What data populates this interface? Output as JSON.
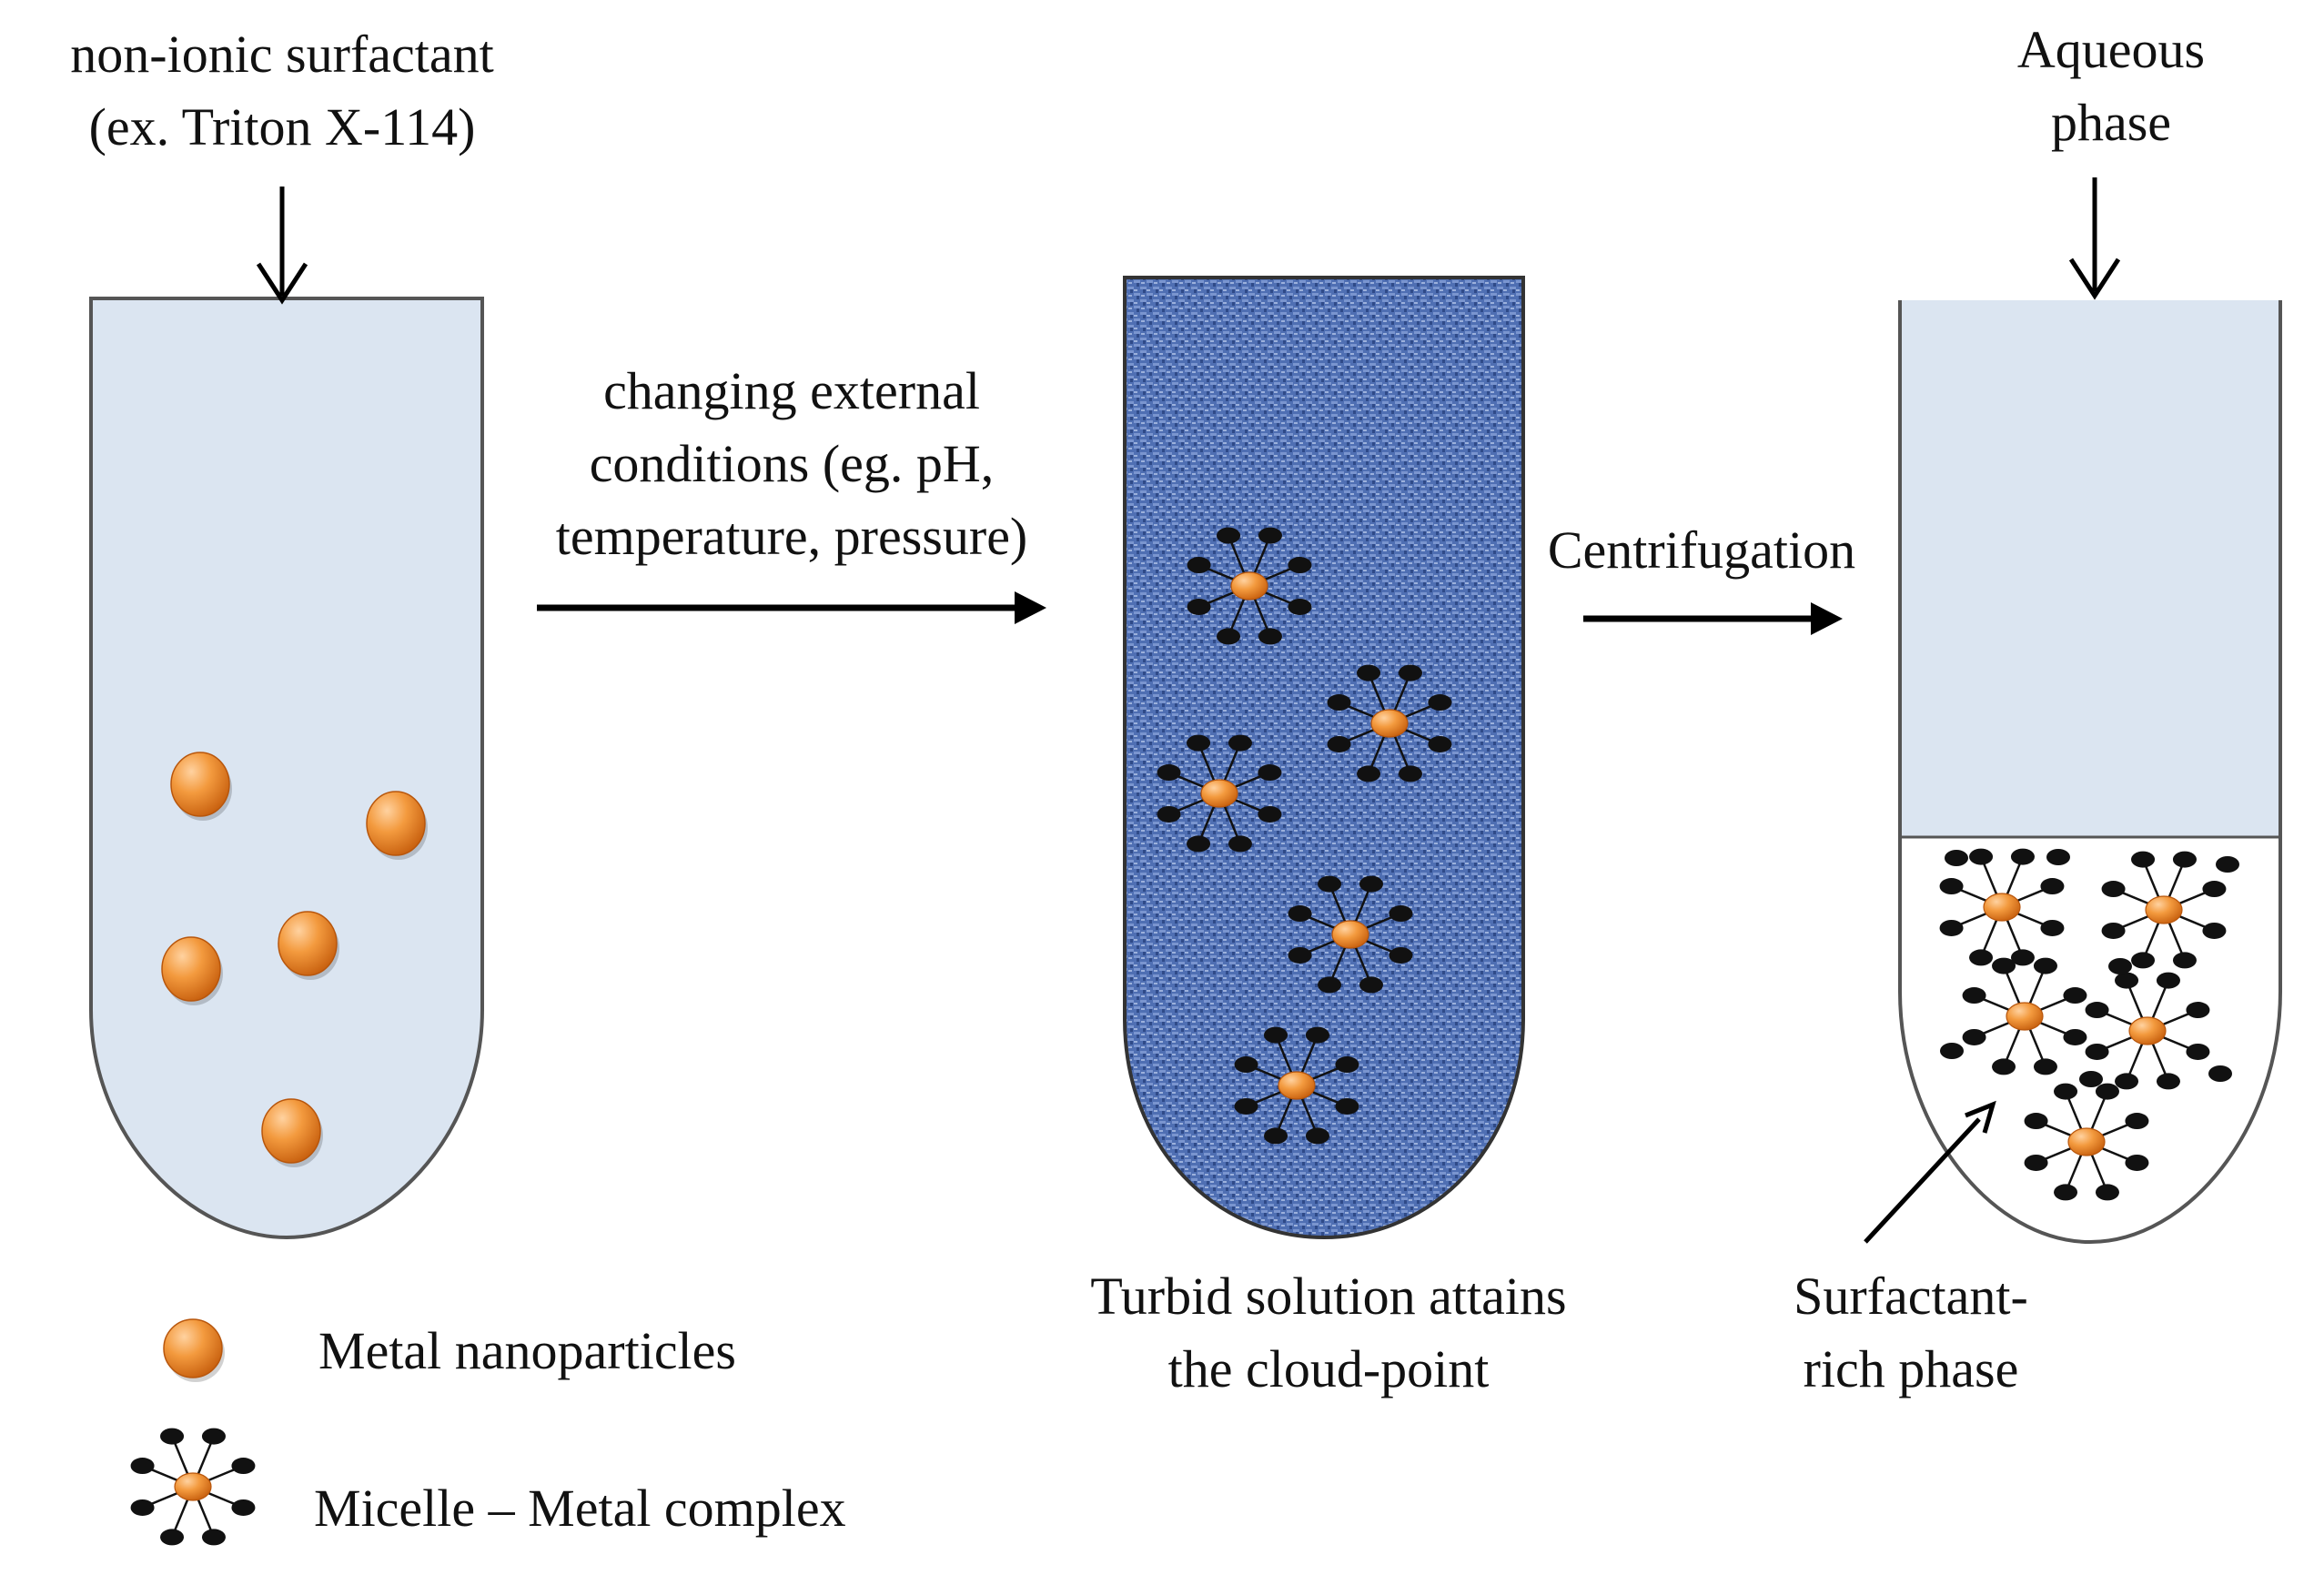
{
  "labels": {
    "surfactant_line1": "non-ionic surfactant",
    "surfactant_line2": "(ex. Triton X-114)",
    "aqueous_line1": "Aqueous",
    "aqueous_line2": "phase",
    "conditions_line1": "changing external",
    "conditions_line2": "conditions (eg. pH,",
    "conditions_line3": "temperature, pressure)",
    "centrifugation": "Centrifugation",
    "turbid_line1": "Turbid solution attains",
    "turbid_line2": "the cloud-point",
    "rich_line1": "Surfactant-",
    "rich_line2": "rich phase"
  },
  "legend": {
    "nanoparticles": "Metal nanoparticles",
    "micelle": "Micelle – Metal complex"
  },
  "colors": {
    "solution": "#dbe5f1",
    "turbid": "#4f6fb3",
    "particle": "#f08a24",
    "tail": "#111111",
    "outline": "#444444"
  }
}
